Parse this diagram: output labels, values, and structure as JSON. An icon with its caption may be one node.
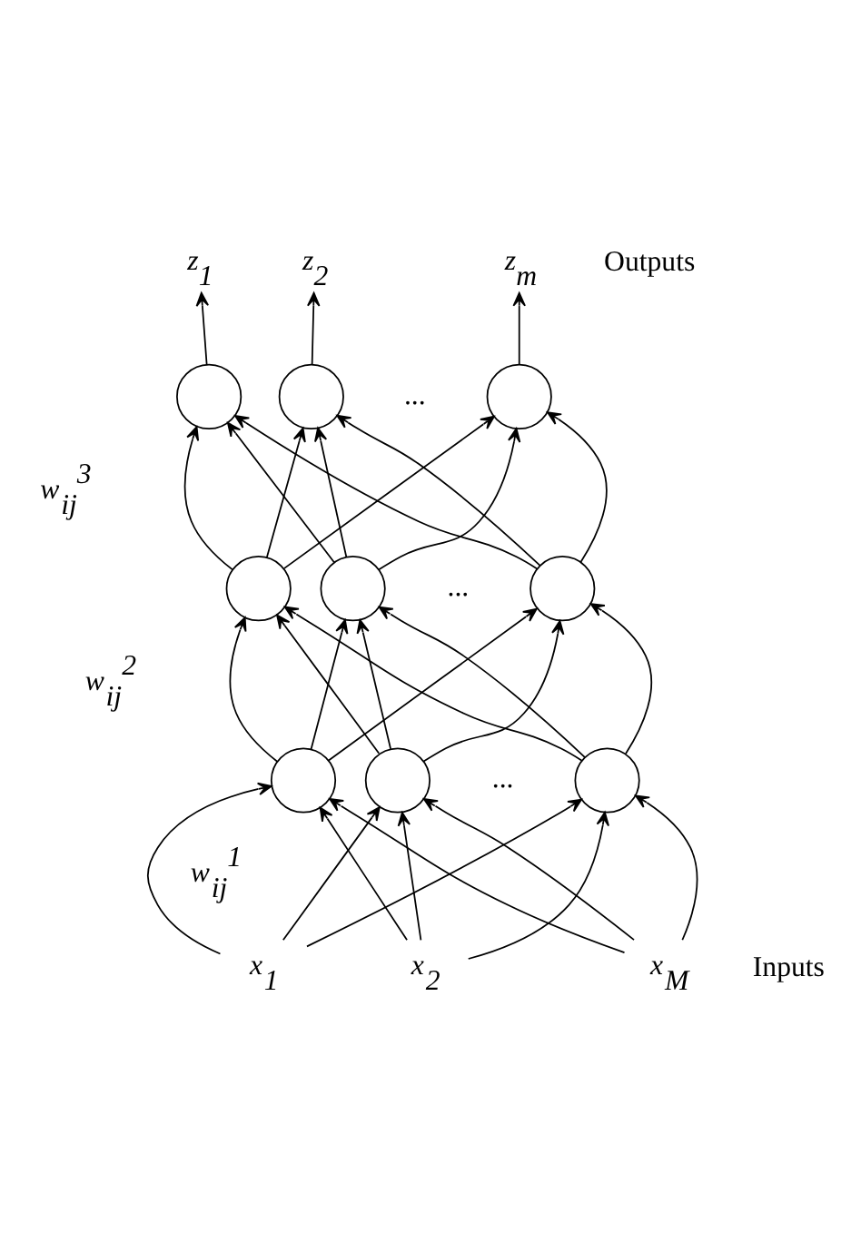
{
  "diagram": {
    "nodes": [
      {
        "text": [
          "z$_{1}$"
        ]
      },
      {
        "text": [
          "z$_{2}$"
        ]
      },
      {
        "text": [
          "z$_{m}$"
        ]
      },
      {
        "text": [],
        "shape": "circle"
      },
      {
        "text": [],
        "shape": "circle"
      },
      {
        "text": [],
        "shape": "circle"
      },
      {
        "text": [],
        "shape": "circle"
      },
      {
        "text": [],
        "shape": "circle"
      },
      {
        "text": [],
        "shape": "circle"
      },
      {
        "text": [],
        "shape": "circle"
      },
      {
        "text": [],
        "shape": "circle"
      },
      {
        "text": [],
        "shape": "circle"
      },
      {
        "text": [
          "x$_{1}$"
        ]
      },
      {
        "text": [
          "x$_{2}$"
        ]
      },
      {
        "text": [
          "x$_{M}$"
        ]
      }
    ],
    "edges": [
      {
        "from": 3,
        "to": 0,
        "arrow": "to"
      },
      {
        "from": 4,
        "to": 1,
        "arrow": "to"
      },
      {
        "from": 5,
        "to": 2,
        "arrow": "to"
      },
      {
        "from": 6,
        "to": 3,
        "arrow": "to"
      },
      {
        "from": 6,
        "to": 4,
        "arrow": "to"
      },
      {
        "from": 6,
        "to": 5,
        "arrow": "to"
      },
      {
        "from": 7,
        "to": 3,
        "arrow": "to"
      },
      {
        "from": 7,
        "to": 4,
        "arrow": "to"
      },
      {
        "from": 7,
        "to": 5,
        "arrow": "to"
      },
      {
        "from": 8,
        "to": 3,
        "arrow": "to"
      },
      {
        "from": 8,
        "to": 4,
        "arrow": "to"
      },
      {
        "from": 8,
        "to": 5,
        "arrow": "to"
      },
      {
        "from": 9,
        "to": 6,
        "arrow": "to"
      },
      {
        "from": 9,
        "to": 7,
        "arrow": "to"
      },
      {
        "from": 9,
        "to": 8,
        "arrow": "to"
      },
      {
        "from": 10,
        "to": 6,
        "arrow": "to"
      },
      {
        "from": 10,
        "to": 7,
        "arrow": "to"
      },
      {
        "from": 10,
        "to": 8,
        "arrow": "to"
      },
      {
        "from": 11,
        "to": 6,
        "arrow": "to"
      },
      {
        "from": 11,
        "to": 7,
        "arrow": "to"
      },
      {
        "from": 11,
        "to": 8,
        "arrow": "to"
      },
      {
        "from": 12,
        "to": 9,
        "arrow": "to"
      },
      {
        "from": 12,
        "to": 10,
        "arrow": "to"
      },
      {
        "from": 12,
        "to": 11,
        "arrow": "to"
      },
      {
        "from": 13,
        "to": 9,
        "arrow": "to"
      },
      {
        "from": 13,
        "to": 10,
        "arrow": "to"
      },
      {
        "from": 13,
        "to": 11,
        "arrow": "to"
      },
      {
        "from": 14,
        "to": 9,
        "arrow": "to"
      },
      {
        "from": 14,
        "to": 10,
        "arrow": "to"
      },
      {
        "from": 14,
        "to": 11,
        "arrow": "to"
      }
    ],
    "labels": [
      "Outputs",
      "...",
      "w$_{ij}$$^{3}$",
      "...",
      "w$_{ij}$$^{2}$",
      "...",
      "w$_{ij}$$^{1}$",
      "Inputs"
    ]
  }
}
